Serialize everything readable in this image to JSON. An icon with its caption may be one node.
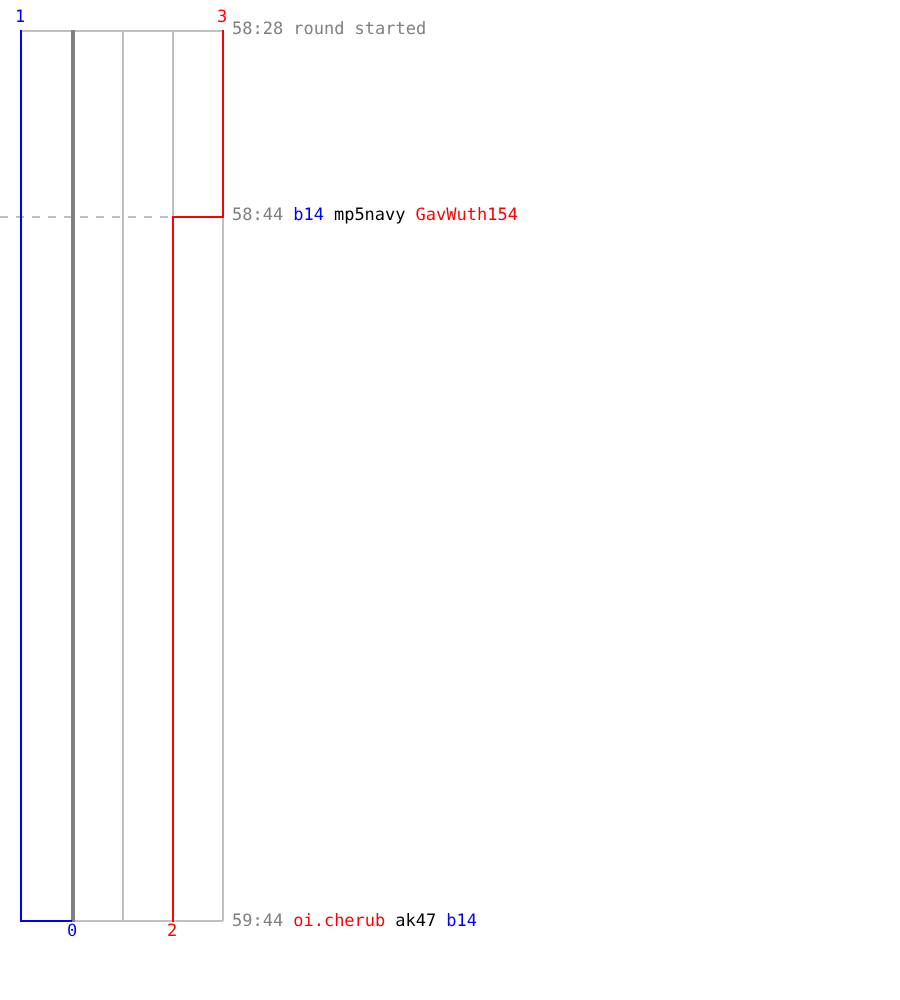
{
  "diagram": {
    "labels": [
      "1",
      "3",
      "58:28",
      "round started",
      "58:44",
      "b14",
      "mp5navy",
      "GavWuth154",
      "59:44",
      "oi.cherub",
      "ak47",
      "b14",
      "0",
      "2"
    ]
  }
}
